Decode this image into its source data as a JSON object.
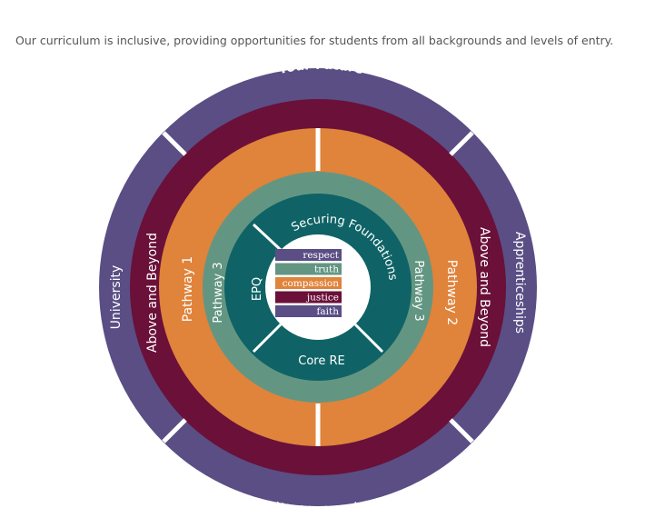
{
  "intro_text": "Our curriculum is inclusive, providing opportunities for students from all backgrounds and levels of entry.",
  "colors": {
    "outer_purple": "#5a4e85",
    "maroon": "#6a1039",
    "orange": "#e0833b",
    "green": "#639682",
    "teal": "#0f6366",
    "white": "#ffffff"
  },
  "outer_ring": {
    "top": "Your Future",
    "right": "Apprenticeships",
    "bottom": "World of Work",
    "left": "University"
  },
  "maroon_ring": {
    "left": "Above and Beyond",
    "right": "Above and Beyond"
  },
  "orange_ring": {
    "left": "Pathway 1",
    "right": "Pathway 2"
  },
  "green_ring": {
    "left": "Pathway 3",
    "right": "Pathway 3"
  },
  "teal_ring": {
    "top": "Securing Foundations",
    "left": "EPQ",
    "bottom": "Core RE"
  },
  "values": [
    {
      "label": "respect",
      "color": "#5a4e85"
    },
    {
      "label": "truth",
      "color": "#639682"
    },
    {
      "label": "compassion",
      "color": "#e0833b"
    },
    {
      "label": "justice",
      "color": "#6a1039"
    },
    {
      "label": "faith",
      "color": "#5a4e85"
    }
  ]
}
